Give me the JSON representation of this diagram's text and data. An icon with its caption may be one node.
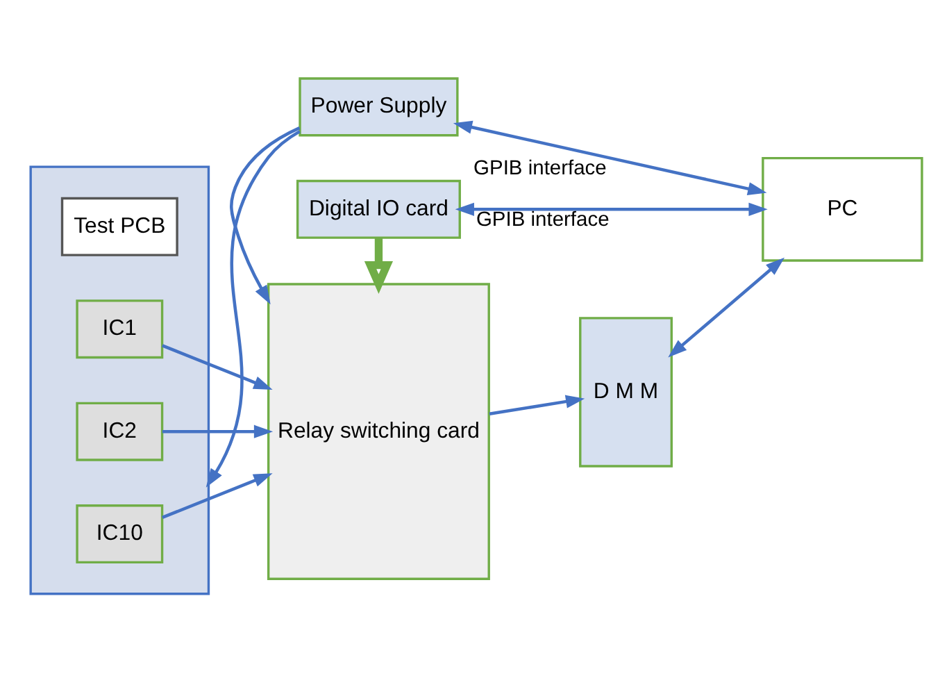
{
  "diagram": {
    "nodes": [
      {
        "text": [],
        "shape": "box"
      },
      {
        "text": [
          "Test PCB"
        ],
        "in": 0
      },
      {
        "text": [
          "IC1"
        ],
        "in": 0
      },
      {
        "text": [
          "IC2"
        ],
        "in": 0
      },
      {
        "text": [
          "IC10"
        ],
        "in": 0
      },
      {
        "text": [
          "Digital IO card"
        ]
      },
      {
        "text": [
          "Relay switching card"
        ]
      },
      {
        "text": [
          "D M M"
        ]
      },
      {
        "text": [
          "PC"
        ]
      },
      {
        "text": [
          "Power Supply"
        ]
      }
    ],
    "edges": [
      {
        "from": 8,
        "to": 5,
        "arrow": "both",
        "label": "GPIB interface"
      },
      {
        "from": 5,
        "to": 6,
        "arrow": "to",
        "style": "thick",
        "color": "#70ad47"
      },
      {
        "from": 2,
        "to": 6,
        "arrow": "to"
      },
      {
        "from": 3,
        "to": 6,
        "arrow": "to"
      },
      {
        "from": 4,
        "to": 6,
        "arrow": "to"
      },
      {
        "from": 6,
        "to": 7,
        "arrow": "to"
      },
      {
        "from": 7,
        "to": 8,
        "arrow": "both"
      },
      {
        "from": 9,
        "to": 6,
        "arrow": "to"
      },
      {
        "from": 9,
        "to": 0,
        "arrow": "to"
      },
      {
        "from": 8,
        "to": 9,
        "arrow": "both",
        "label": "GPIB interface"
      }
    ]
  }
}
